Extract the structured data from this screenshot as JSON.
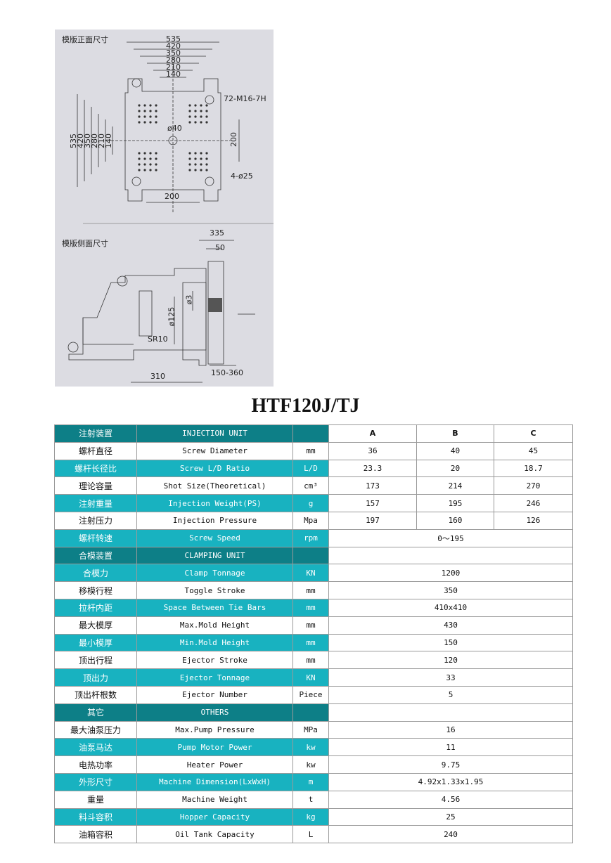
{
  "drawing": {
    "front_caption": "模版正面尺寸",
    "side_caption": "模版侧面尺寸",
    "dims_top": [
      "535",
      "420",
      "350",
      "280",
      "210",
      "140"
    ],
    "dims_left": [
      "535",
      "420",
      "350",
      "280",
      "210",
      "140"
    ],
    "label_thread": "72-M16-7H",
    "label_center": "ø40",
    "label_holes": "4-ø25",
    "dim_right": "200",
    "dim_bottom": "200",
    "side_dims": {
      "d335": "335",
      "d50": "50",
      "d125": "ø125",
      "d3": "ø3",
      "sr10": "SR10",
      "d310": "310",
      "d150_360": "150-360"
    }
  },
  "title": "HTF120J/TJ",
  "table": {
    "rows": [
      {
        "kind": "sec",
        "zh": "注射装置",
        "en": "INJECTION UNIT",
        "unit": "",
        "vals": [
          "A",
          "B",
          "C"
        ]
      },
      {
        "kind": "plain",
        "zh": "螺杆直径",
        "en": "Screw Diameter",
        "unit": "mm",
        "vals": [
          "36",
          "40",
          "45"
        ]
      },
      {
        "kind": "hl",
        "zh": "螺杆长径比",
        "en": "Screw L/D Ratio",
        "unit": "L/D",
        "vals": [
          "23.3",
          "20",
          "18.7"
        ]
      },
      {
        "kind": "plain",
        "zh": "理论容量",
        "en": "Shot Size(Theoretical)",
        "unit": "cm³",
        "vals": [
          "173",
          "214",
          "270"
        ]
      },
      {
        "kind": "hl",
        "zh": "注射重量",
        "en": "Injection Weight(PS)",
        "unit": "g",
        "vals": [
          "157",
          "195",
          "246"
        ]
      },
      {
        "kind": "plain",
        "zh": "注射压力",
        "en": "Injection Pressure",
        "unit": "Mpa",
        "vals": [
          "197",
          "160",
          "126"
        ]
      },
      {
        "kind": "hl",
        "zh": "螺杆转速",
        "en": "Screw Speed",
        "unit": "rpm",
        "val": "0～195"
      },
      {
        "kind": "sec",
        "zh": "合模装置",
        "en": "CLAMPING UNIT",
        "unit": "",
        "val": ""
      },
      {
        "kind": "hl",
        "zh": "合模力",
        "en": "Clamp Tonnage",
        "unit": "KN",
        "val": "1200"
      },
      {
        "kind": "plain",
        "zh": "移模行程",
        "en": "Toggle Stroke",
        "unit": "mm",
        "val": "350"
      },
      {
        "kind": "hl",
        "zh": "拉杆内距",
        "en": "Space Between Tie Bars",
        "unit": "mm",
        "val": "410x410"
      },
      {
        "kind": "plain",
        "zh": "最大模厚",
        "en": "Max.Mold Height",
        "unit": "mm",
        "val": "430"
      },
      {
        "kind": "hl",
        "zh": "最小模厚",
        "en": "Min.Mold Height",
        "unit": "mm",
        "val": "150"
      },
      {
        "kind": "plain",
        "zh": "顶出行程",
        "en": "Ejector Stroke",
        "unit": "mm",
        "val": "120"
      },
      {
        "kind": "hl",
        "zh": "顶出力",
        "en": "Ejector Tonnage",
        "unit": "KN",
        "val": "33"
      },
      {
        "kind": "plain",
        "zh": "顶出杆根数",
        "en": "Ejector Number",
        "unit": "Piece",
        "val": "5"
      },
      {
        "kind": "sec",
        "zh": "其它",
        "en": "OTHERS",
        "unit": "",
        "val": ""
      },
      {
        "kind": "plain",
        "zh": "最大油泵压力",
        "en": "Max.Pump Pressure",
        "unit": "MPa",
        "val": "16"
      },
      {
        "kind": "hl",
        "zh": "油泵马达",
        "en": "Pump Motor Power",
        "unit": "kw",
        "val": "11"
      },
      {
        "kind": "plain",
        "zh": "电热功率",
        "en": "Heater Power",
        "unit": "kw",
        "val": "9.75"
      },
      {
        "kind": "hl",
        "zh": "外形尺寸",
        "en": "Machine Dimension(LxWxH)",
        "unit": "m",
        "val": "4.92x1.33x1.95"
      },
      {
        "kind": "plain",
        "zh": "重量",
        "en": "Machine Weight",
        "unit": "t",
        "val": "4.56"
      },
      {
        "kind": "hl",
        "zh": "料斗容积",
        "en": "Hopper Capacity",
        "unit": "kg",
        "val": "25"
      },
      {
        "kind": "plain",
        "zh": "油箱容积",
        "en": "Oil Tank Capacity",
        "unit": "L",
        "val": "240"
      }
    ]
  }
}
